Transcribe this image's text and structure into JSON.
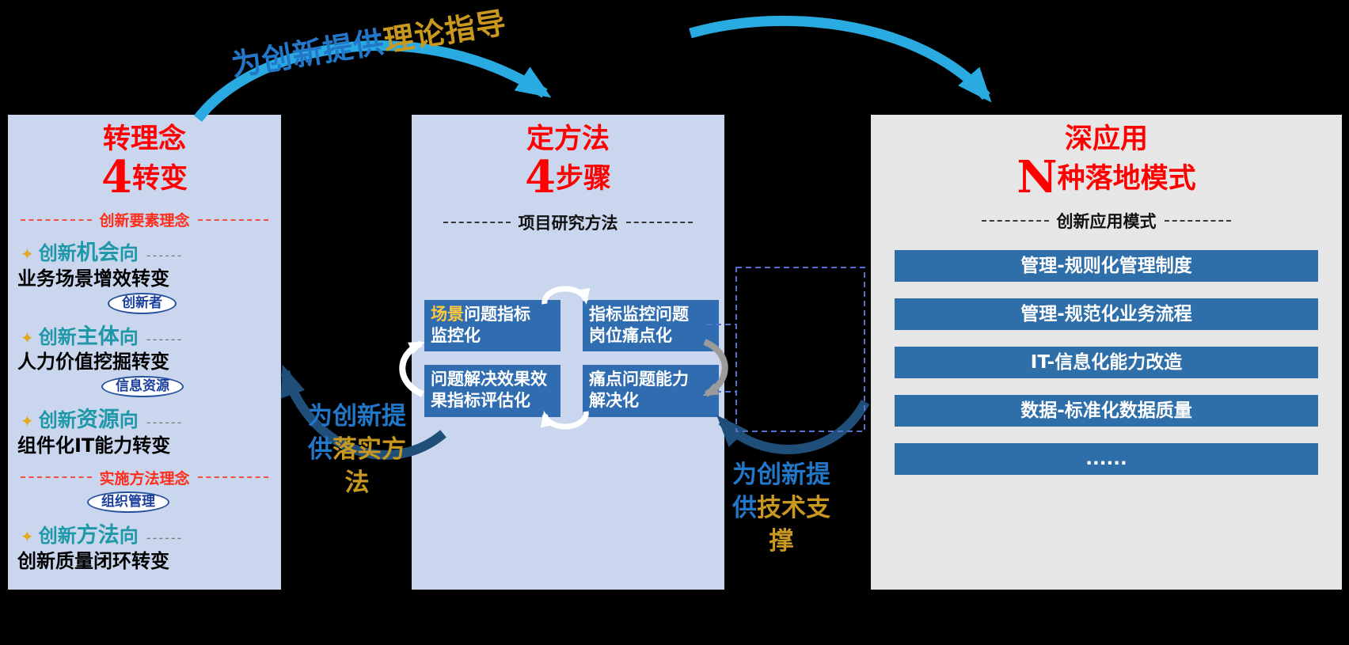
{
  "colors": {
    "panel_blue": "#c9d6ee",
    "panel_gray": "#e7e6e6",
    "box_blue": "#2f6db0",
    "title_red": "#ff0000",
    "teal": "#1e98a8",
    "gold": "#c9981f",
    "label_blue": "#2277c8",
    "arrow_light_blue": "#29abe2",
    "arrow_dark_blue": "#1f4e79"
  },
  "icons": {
    "star_bullet": "✦"
  },
  "labels": {
    "theory": {
      "blue": "为创新提供",
      "gold": "理论指导"
    },
    "method": {
      "blue": "为创新提供",
      "gold": "落实方法"
    },
    "tech": {
      "blue": "为创新提供",
      "gold": "技术支撑"
    }
  },
  "left_panel": {
    "title_line1": "转理念",
    "title_big": "4",
    "title_line2": "转变",
    "section1_header": "创新要素理念",
    "section2_header": "实施方法理念",
    "items": [
      {
        "prefix": "创新",
        "em": "机会",
        "suffix": "向",
        "dashes": "------",
        "desc": "业务场景增效转变",
        "oval": "创新者"
      },
      {
        "prefix": "创新",
        "em": "主体",
        "suffix": "向",
        "dashes": "------",
        "desc": "人力价值挖掘转变",
        "oval": "信息资源"
      },
      {
        "prefix": "创新",
        "em": "资源",
        "suffix": "向",
        "dashes": "------",
        "desc": "组件化IT能力转变"
      },
      {
        "prefix": "创新",
        "em": "方法",
        "suffix": "向",
        "dashes": "------",
        "desc": "创新质量闭环转变"
      }
    ],
    "oval_org": "组织管理"
  },
  "middle_panel": {
    "title_line1": "定方法",
    "title_big": "4",
    "title_line2": "步骤",
    "subtitle": "项目研究方法",
    "boxes": {
      "b1": {
        "em": "场景",
        "l1": "问题指标",
        "l2": "监控化"
      },
      "b2": {
        "l1": "指标监控问题",
        "l2": "岗位痛点化"
      },
      "b3": {
        "l1": "问题解决效果效",
        "l2": "果指标评估化"
      },
      "b4": {
        "l1": "痛点问题能力",
        "l2": "解决化"
      }
    }
  },
  "right_panel": {
    "title_line1": "深应用",
    "title_big": "N",
    "title_line2": "种落地模式",
    "subtitle": "创新应用模式",
    "bars": [
      "管理-规则化管理制度",
      "管理-规范化业务流程",
      "IT-信息化能力改造",
      "数据-标准化数据质量",
      "......"
    ]
  }
}
